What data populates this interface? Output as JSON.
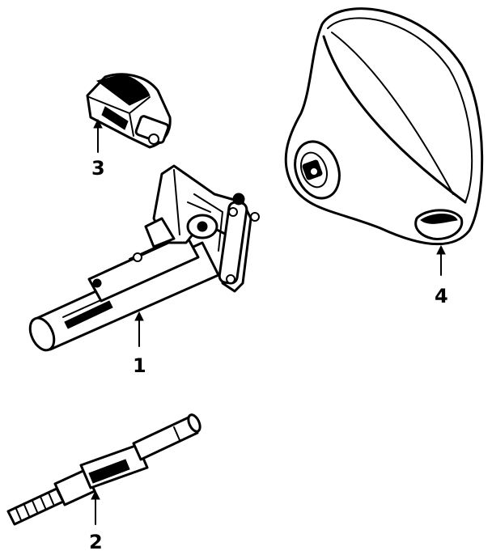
{
  "callouts": [
    {
      "id": "1",
      "label": "1"
    },
    {
      "id": "2",
      "label": "2"
    },
    {
      "id": "3",
      "label": "3"
    },
    {
      "id": "4",
      "label": "4"
    }
  ],
  "parts": [
    {
      "callout": "1",
      "name": "steering-column"
    },
    {
      "callout": "2",
      "name": "intermediate-shaft"
    },
    {
      "callout": "3",
      "name": "ignition-switch"
    },
    {
      "callout": "4",
      "name": "steering-wheel"
    }
  ],
  "colors": {
    "ink": "#000000",
    "background": "#ffffff"
  }
}
